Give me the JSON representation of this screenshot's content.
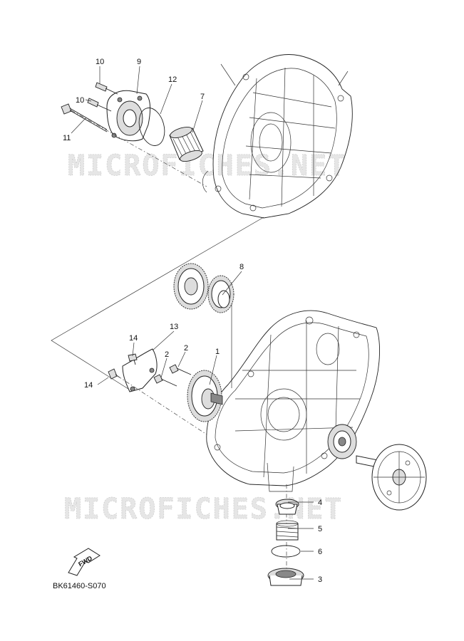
{
  "diagram": {
    "reference_code": "BK61460-S070",
    "fwd_label": "FWD",
    "watermark": "MICROFICHES.NET",
    "callouts": {
      "c1": "1",
      "c2a": "2",
      "c2b": "2",
      "c3": "3",
      "c4": "4",
      "c5": "5",
      "c6": "6",
      "c7": "7",
      "c8": "8",
      "c9": "9",
      "c10a": "10",
      "c10b": "10",
      "c11": "11",
      "c12": "12",
      "c13": "13",
      "c14a": "14",
      "c14b": "14"
    }
  }
}
